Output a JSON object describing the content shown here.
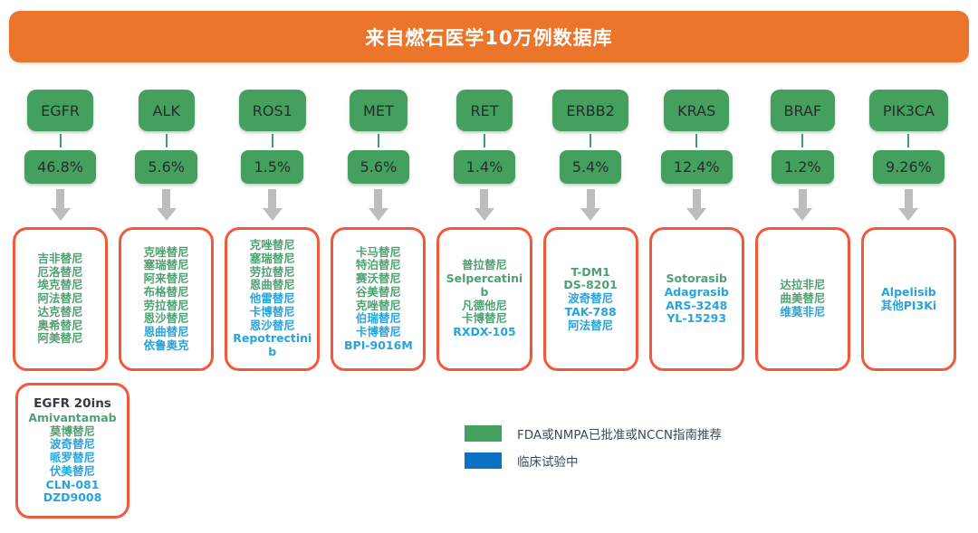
{
  "title": "来自燃石医学10万例数据库",
  "colors": {
    "title_bar": "#EB752B",
    "gene_box": "#43A05E",
    "drug_box_border": "#F4573A",
    "approved_text": "#4FA173",
    "trial_text": "#29A3DC",
    "legend_approved_swatch": "#43A05E",
    "legend_trial_swatch": "#0C70C4",
    "arrow": "#BDBDBD"
  },
  "columns": [
    {
      "gene": "EGFR",
      "percent": "46.8%",
      "drugs": [
        {
          "name": "吉非替尼",
          "status": "approved"
        },
        {
          "name": "厄洛替尼",
          "status": "approved"
        },
        {
          "name": "埃克替尼",
          "status": "approved"
        },
        {
          "name": "阿法替尼",
          "status": "approved"
        },
        {
          "name": "达克替尼",
          "status": "approved"
        },
        {
          "name": "奥希替尼",
          "status": "approved"
        },
        {
          "name": "阿美替尼",
          "status": "approved"
        }
      ]
    },
    {
      "gene": "ALK",
      "percent": "5.6%",
      "drugs": [
        {
          "name": "克唑替尼",
          "status": "approved"
        },
        {
          "name": "塞瑞替尼",
          "status": "approved"
        },
        {
          "name": "阿来替尼",
          "status": "approved"
        },
        {
          "name": "布格替尼",
          "status": "approved"
        },
        {
          "name": "劳拉替尼",
          "status": "approved"
        },
        {
          "name": "恩沙替尼",
          "status": "approved"
        },
        {
          "name": "恩曲替尼",
          "status": "trial"
        },
        {
          "name": "依鲁奥克",
          "status": "trial"
        }
      ]
    },
    {
      "gene": "ROS1",
      "percent": "1.5%",
      "drugs": [
        {
          "name": "克唑替尼",
          "status": "approved"
        },
        {
          "name": "塞瑞替尼",
          "status": "approved"
        },
        {
          "name": "劳拉替尼",
          "status": "approved"
        },
        {
          "name": "恩曲替尼",
          "status": "approved"
        },
        {
          "name": "他雷替尼",
          "status": "trial"
        },
        {
          "name": "卡博替尼",
          "status": "trial"
        },
        {
          "name": "恩沙替尼",
          "status": "trial"
        },
        {
          "name": "Repotrectinib",
          "status": "trial"
        }
      ]
    },
    {
      "gene": "MET",
      "percent": "5.6%",
      "drugs": [
        {
          "name": "卡马替尼",
          "status": "approved"
        },
        {
          "name": "特泊替尼",
          "status": "approved"
        },
        {
          "name": "赛沃替尼",
          "status": "approved"
        },
        {
          "name": "谷美替尼",
          "status": "approved"
        },
        {
          "name": "克唑替尼",
          "status": "approved"
        },
        {
          "name": "伯瑞替尼",
          "status": "trial"
        },
        {
          "name": "卡博替尼",
          "status": "trial"
        },
        {
          "name": "BPI-9016M",
          "status": "trial"
        }
      ]
    },
    {
      "gene": "RET",
      "percent": "1.4%",
      "drugs": [
        {
          "name": "普拉替尼",
          "status": "approved"
        },
        {
          "name": "Selpercatinib",
          "status": "approved"
        },
        {
          "name": "凡德他尼",
          "status": "approved"
        },
        {
          "name": "卡博替尼",
          "status": "approved"
        },
        {
          "name": "RXDX-105",
          "status": "trial"
        }
      ]
    },
    {
      "gene": "ERBB2",
      "percent": "5.4%",
      "drugs": [
        {
          "name": "T-DM1",
          "status": "approved"
        },
        {
          "name": "DS-8201",
          "status": "approved"
        },
        {
          "name": "波奇替尼",
          "status": "trial"
        },
        {
          "name": "TAK-788",
          "status": "trial"
        },
        {
          "name": "阿法替尼",
          "status": "trial"
        }
      ]
    },
    {
      "gene": "KRAS",
      "percent": "12.4%",
      "drugs": [
        {
          "name": "Sotorasib",
          "status": "approved"
        },
        {
          "name": "Adagrasib",
          "status": "trial"
        },
        {
          "name": "ARS-3248",
          "status": "trial"
        },
        {
          "name": "YL-15293",
          "status": "trial"
        }
      ]
    },
    {
      "gene": "BRAF",
      "percent": "1.2%",
      "drugs": [
        {
          "name": "达拉非尼",
          "status": "approved"
        },
        {
          "name": "曲美替尼",
          "status": "approved"
        },
        {
          "name": "维莫非尼",
          "status": "trial"
        }
      ]
    },
    {
      "gene": "PIK3CA",
      "percent": "9.26%",
      "drugs": [
        {
          "name": "Alpelisib",
          "status": "trial"
        },
        {
          "name": "其他PI3Ki",
          "status": "trial"
        }
      ]
    }
  ],
  "extra_box": {
    "title": "EGFR 20ins",
    "drugs": [
      {
        "name": "Amivantamab",
        "status": "approved"
      },
      {
        "name": "莫博替尼",
        "status": "approved"
      },
      {
        "name": "波奇替尼",
        "status": "trial"
      },
      {
        "name": "哌罗替尼",
        "status": "trial"
      },
      {
        "name": "伏美替尼",
        "status": "trial"
      },
      {
        "name": "CLN-081",
        "status": "trial"
      },
      {
        "name": "DZD9008",
        "status": "trial"
      }
    ]
  },
  "legend": {
    "items": [
      {
        "key": "approved",
        "label": "FDA或NMPA已批准或NCCN指南推荐"
      },
      {
        "key": "trial",
        "label": "临床试验中"
      }
    ]
  }
}
